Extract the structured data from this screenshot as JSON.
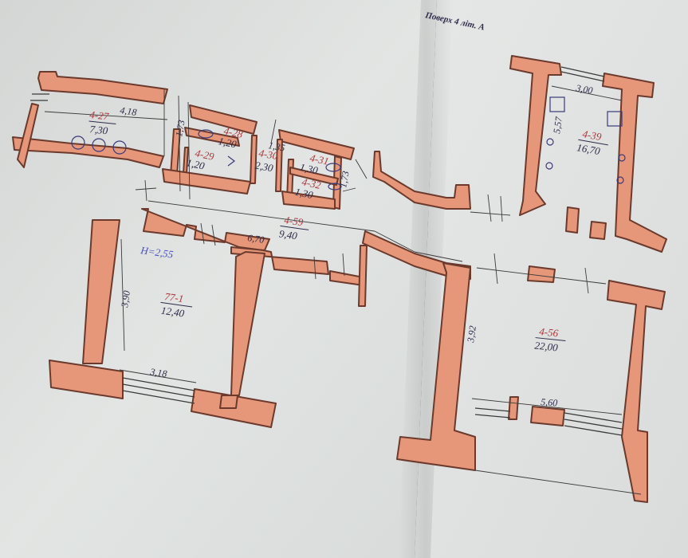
{
  "header": {
    "floor_title": "Поверх 4 літ. А"
  },
  "rooms": [
    {
      "id": "r427",
      "number": "4-27",
      "area": "7,30"
    },
    {
      "id": "r428",
      "number": "4-28",
      "area": "1,20"
    },
    {
      "id": "r429",
      "number": "4-29",
      "area": "1,20"
    },
    {
      "id": "r430",
      "number": "4-30",
      "area": "2,30"
    },
    {
      "id": "r431",
      "number": "4-31",
      "area": "1,30"
    },
    {
      "id": "r432",
      "number": "4-32",
      "area": "1,30"
    },
    {
      "id": "r459",
      "number": "4-59",
      "area": "9,40"
    },
    {
      "id": "r771",
      "number": "77-1",
      "area": "12,40"
    },
    {
      "id": "r439",
      "number": "4-39",
      "area": "16,70"
    },
    {
      "id": "r456",
      "number": "4-56",
      "area": "22,00"
    }
  ],
  "dimensions": {
    "d418": "4,18",
    "d173a": "1,73",
    "d135": "1,35",
    "d173b": "1,73",
    "d670": "6,70",
    "d390": "3,90",
    "d318": "3,18",
    "d300": "3,00",
    "d557": "5,57",
    "d392": "3,92",
    "d560": "5,60"
  },
  "height": "H=2,55",
  "colors": {
    "wall_fill": "#e6977a",
    "wall_stroke": "#6b3a2c",
    "paper": "#dfe3e2",
    "text": "#2d2b4a",
    "room_number": "#b0353a",
    "height_label": "#4a4fbf"
  }
}
